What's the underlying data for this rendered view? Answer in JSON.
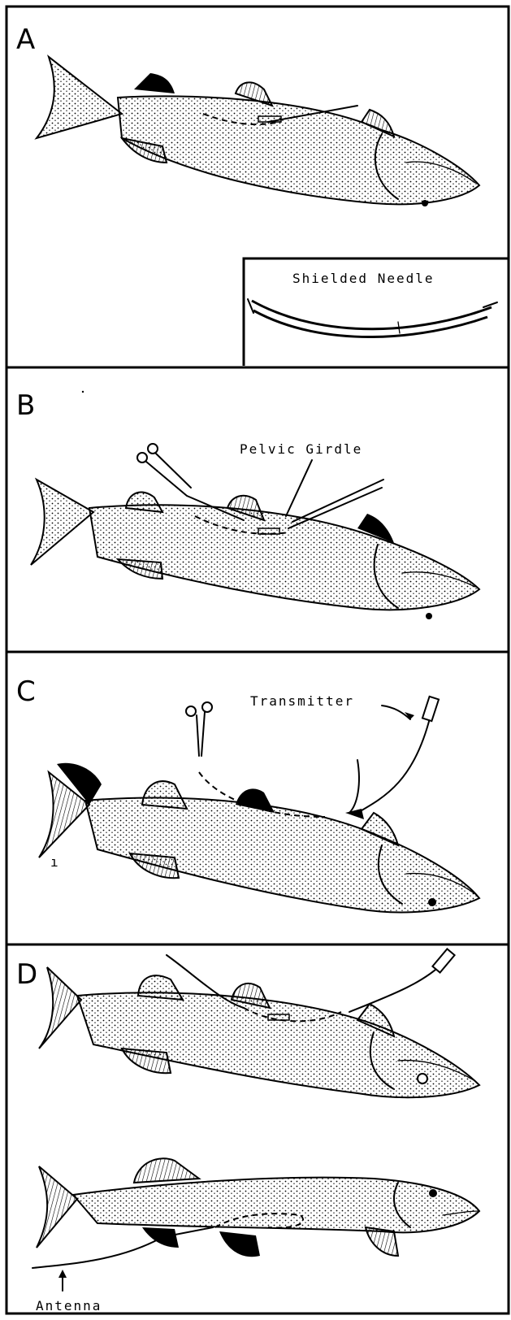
{
  "panels": [
    {
      "letter": "A",
      "inset_label": "Shielded Needle"
    },
    {
      "letter": "B",
      "label": "Pelvic Girdle"
    },
    {
      "letter": "C",
      "label": "Transmitter"
    },
    {
      "letter": "D",
      "label": "Antenna"
    }
  ]
}
